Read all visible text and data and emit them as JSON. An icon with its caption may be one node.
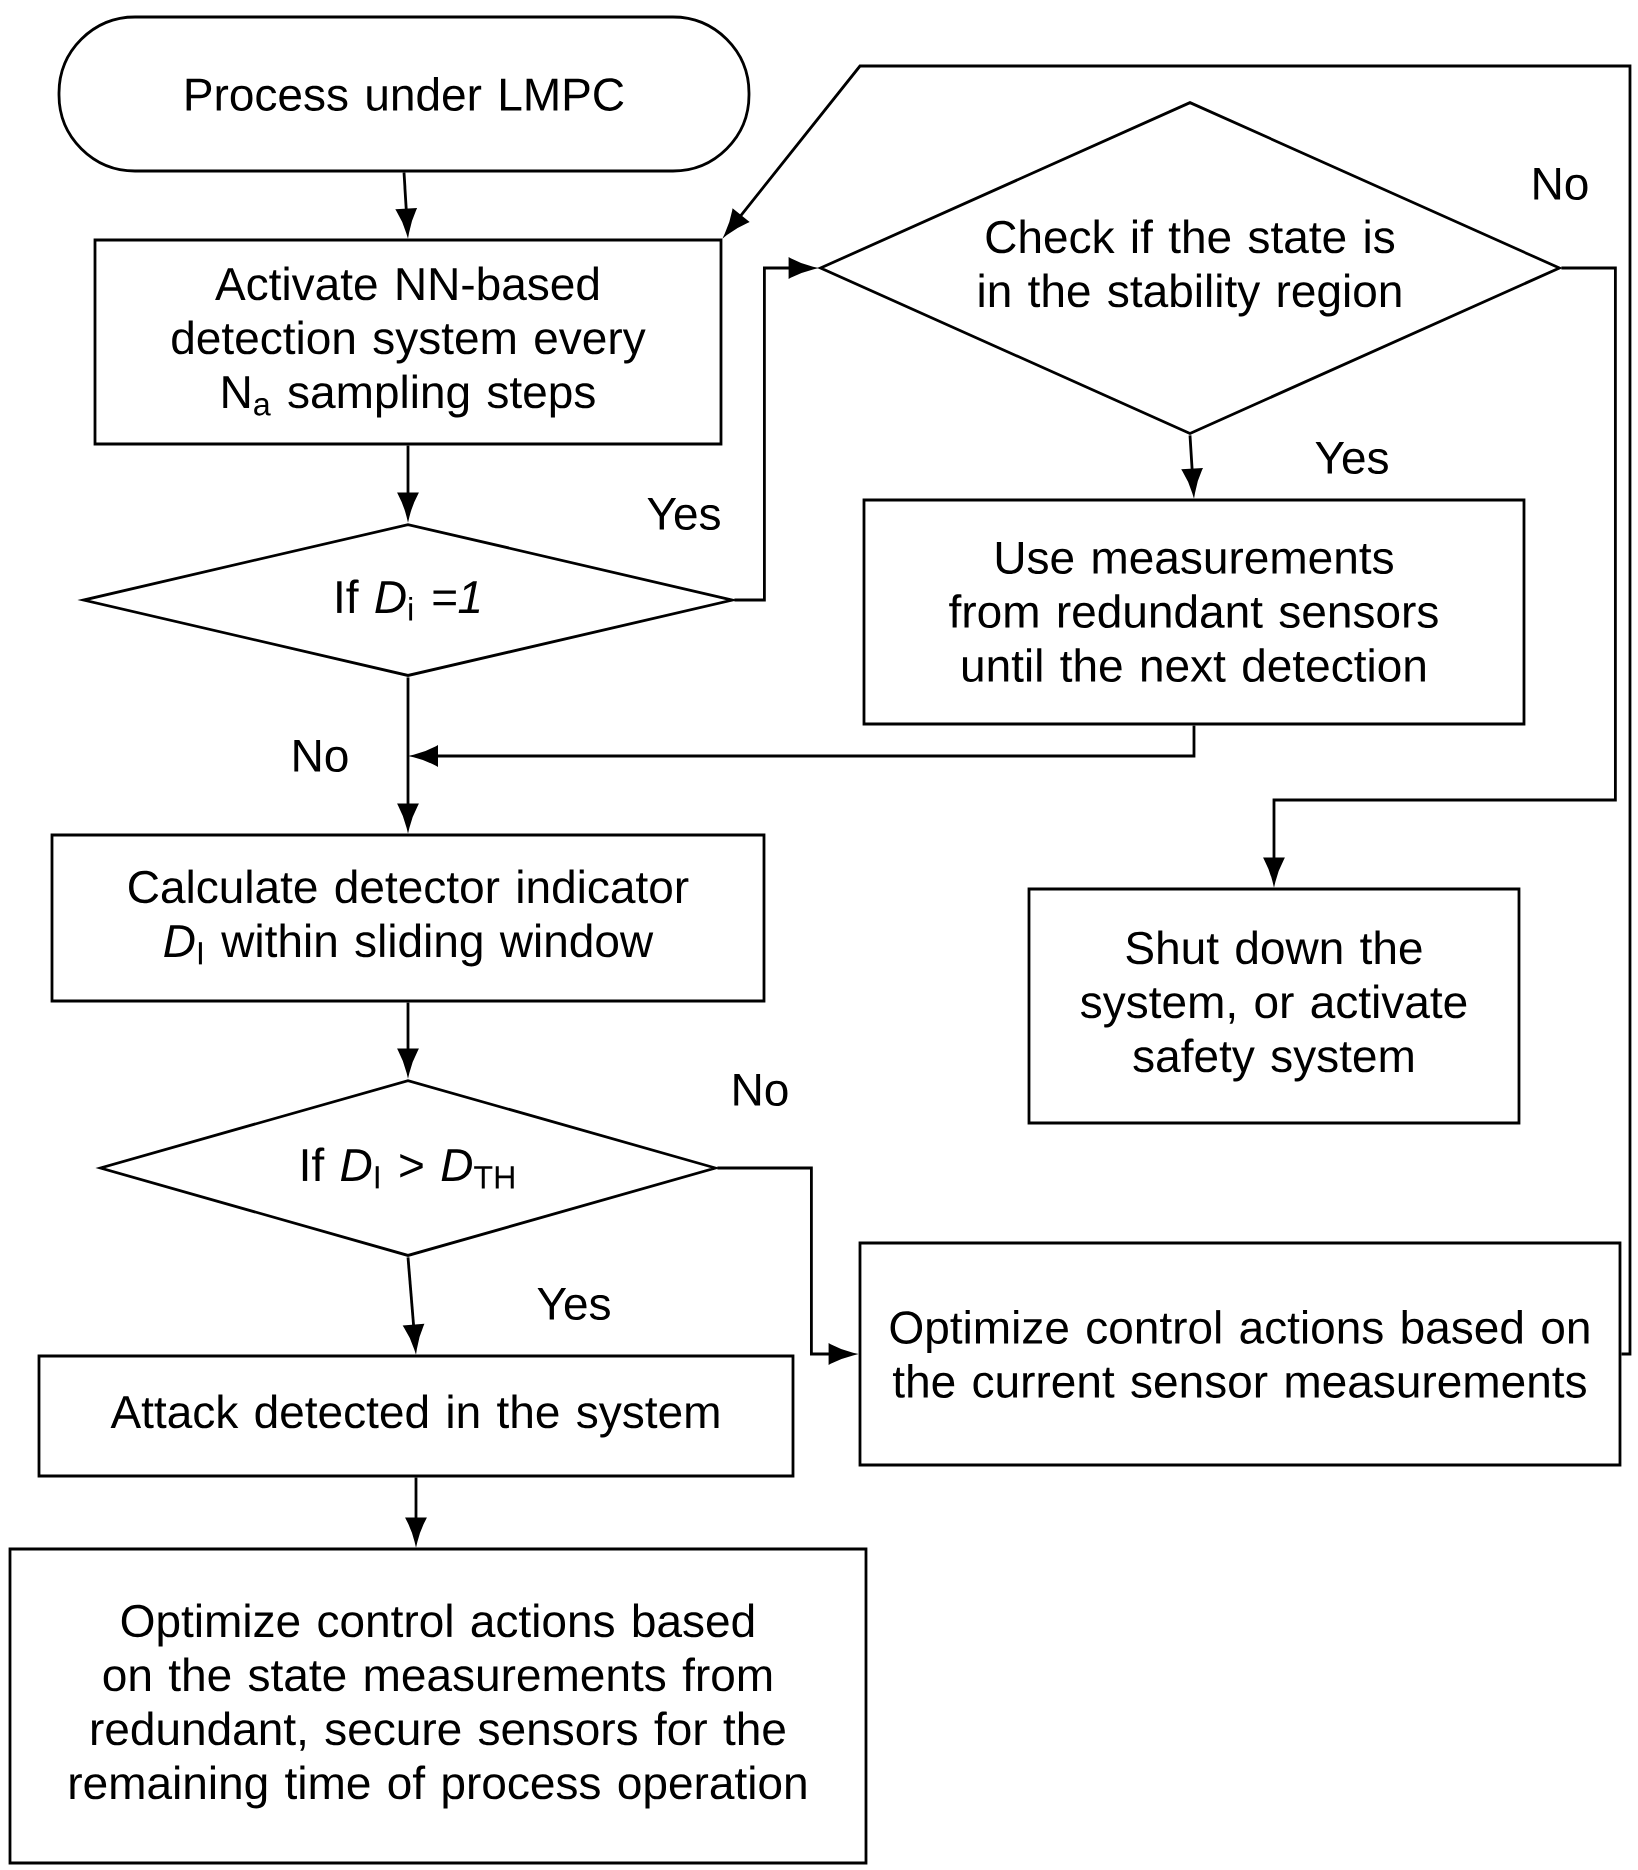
{
  "diagram": {
    "nodes": [
      {
        "text": [
          "Process under LMPC"
        ]
      },
      {
        "text": [
          "Activate NN-based detection system every N$_{a}$ sampling steps"
        ]
      },
      {
        "text": [
          "If *D*$_{i}$ *=1*"
        ]
      },
      {
        "text": [
          "Check if the state is in the stability region"
        ]
      },
      {
        "text": [
          "Use measurements from redundant sensors until the next detection"
        ]
      },
      {
        "text": [
          "Calculate detector indicator *D*$_{I}$ within sliding window"
        ]
      },
      {
        "text": [
          "Shut down the system, or activate safety system"
        ]
      },
      {
        "text": [
          "If *D*$_{I}$ > *D*$_{TH}$"
        ]
      },
      {
        "text": [
          "Optimize control actions based on the current sensor measurements"
        ]
      },
      {
        "text": [
          "Attack detected in the system"
        ]
      },
      {
        "text": [
          "Optimize control actions based on the state measurements from redundant, secure sensors for the remaining time of process operation"
        ]
      }
    ],
    "edges": [
      {
        "from": 0,
        "to": 1,
        "arrow": "to"
      },
      {
        "from": 1,
        "to": 2,
        "arrow": "to"
      },
      {
        "from": 2,
        "to": 3,
        "arrow": "to",
        "label": "Yes"
      },
      {
        "from": 3,
        "to": 4,
        "arrow": "to",
        "label": "Yes"
      },
      {
        "from": 3,
        "to": 6,
        "arrow": "to",
        "label": "No"
      },
      {
        "from": 2,
        "to": 5,
        "arrow": "to",
        "label": "No"
      },
      {
        "from": 4,
        "to": 5,
        "arrow": "to"
      },
      {
        "from": 5,
        "to": 7,
        "arrow": "to"
      },
      {
        "from": 7,
        "to": 8,
        "arrow": "to",
        "label": "No"
      },
      {
        "from": 7,
        "to": 9,
        "arrow": "to",
        "label": "Yes"
      },
      {
        "from": 9,
        "to": 10,
        "arrow": "to"
      },
      {
        "from": 8,
        "to": 1,
        "arrow": "to"
      }
    ]
  }
}
